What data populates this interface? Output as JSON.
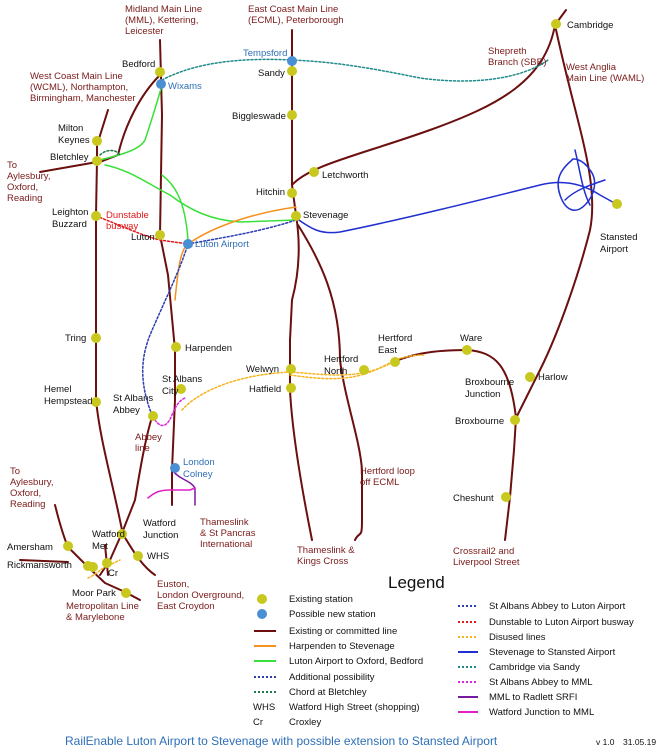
{
  "colors": {
    "existing": "#6b0f0f",
    "station": "#c8c81e",
    "new_station": "#4a8ed4",
    "harpenden": "#f5921e",
    "luton_oxford": "#39e039",
    "additional": "#2b3db0",
    "chord": "#1f7a4a",
    "dunstable": "#e0191c",
    "disused": "#f5b41e",
    "stevenage_stansted": "#1f2fd0",
    "cambridge_sandy": "#1f8a8a",
    "abbey_mml": "#e020e0",
    "radlett": "#7a1aa0",
    "watford_mml": "#e020c8",
    "label_maroon": "#7a1a1a",
    "label_blue": "#2e6fb7"
  },
  "stations": [
    {
      "name": "Cambridge",
      "kind": "existing"
    },
    {
      "name": "Sandy",
      "kind": "existing"
    },
    {
      "name": "Tempsford",
      "kind": "new"
    },
    {
      "name": "Bedford",
      "kind": "existing"
    },
    {
      "name": "Wixams",
      "kind": "new"
    },
    {
      "name": "Biggleswade",
      "kind": "existing"
    },
    {
      "name": "Milton Keynes",
      "kind": "existing"
    },
    {
      "name": "Bletchley",
      "kind": "existing"
    },
    {
      "name": "Letchworth",
      "kind": "existing"
    },
    {
      "name": "Hitchin",
      "kind": "existing"
    },
    {
      "name": "Stevenage",
      "kind": "existing"
    },
    {
      "name": "Leighton Buzzard",
      "kind": "existing"
    },
    {
      "name": "Luton",
      "kind": "existing"
    },
    {
      "name": "Luton Airport",
      "kind": "new"
    },
    {
      "name": "Stansted Airport",
      "kind": "existing"
    },
    {
      "name": "Harpenden",
      "kind": "existing"
    },
    {
      "name": "Tring",
      "kind": "existing"
    },
    {
      "name": "Hemel Hempstead",
      "kind": "existing"
    },
    {
      "name": "St Albans City",
      "kind": "existing"
    },
    {
      "name": "St Albans Abbey",
      "kind": "existing"
    },
    {
      "name": "Welwyn",
      "kind": "existing"
    },
    {
      "name": "Hatfield",
      "kind": "existing"
    },
    {
      "name": "Hertford North",
      "kind": "existing"
    },
    {
      "name": "Hertford East",
      "kind": "existing"
    },
    {
      "name": "Ware",
      "kind": "existing"
    },
    {
      "name": "Harlow",
      "kind": "existing"
    },
    {
      "name": "Broxbourne",
      "kind": "existing"
    },
    {
      "name": "Cheshunt",
      "kind": "existing"
    },
    {
      "name": "London Colney",
      "kind": "new"
    },
    {
      "name": "Watford Junction",
      "kind": "existing"
    },
    {
      "name": "Watford Met",
      "kind": "existing"
    },
    {
      "name": "WHS",
      "kind": "existing"
    },
    {
      "name": "Cr",
      "kind": "existing"
    },
    {
      "name": "Amersham",
      "kind": "existing"
    },
    {
      "name": "Rickmansworth",
      "kind": "existing"
    },
    {
      "name": "Moor Park",
      "kind": "existing"
    }
  ],
  "labels": {
    "cambridge": "Cambridge",
    "sandy": "Sandy",
    "tempsford": "Tempsford",
    "bedford": "Bedford",
    "wixams": "Wixams",
    "biggleswade": "Biggleswade",
    "milton_keynes_1": "Milton",
    "milton_keynes_2": "Keynes",
    "bletchley": "Bletchley",
    "letchworth": "Letchworth",
    "hitchin": "Hitchin",
    "stevenage": "Stevenage",
    "leighton_1": "Leighton",
    "leighton_2": "Buzzard",
    "luton": "Luton",
    "luton_airport": "Luton Airport",
    "stansted_1": "Stansted",
    "stansted_2": "Airport",
    "harpenden": "Harpenden",
    "tring": "Tring",
    "hemel_1": "Hemel",
    "hemel_2": "Hempstead",
    "st_albans_city_1": "St Albans",
    "st_albans_city_2": "City",
    "st_albans_abbey_1": "St Albans",
    "st_albans_abbey_2": "Abbey",
    "welwyn": "Welwyn",
    "hatfield": "Hatfield",
    "hertford_north_1": "Hertford",
    "hertford_north_2": "North",
    "hertford_east_1": "Hertford",
    "hertford_east_2": "East",
    "ware": "Ware",
    "harlow": "Harlow",
    "broxbourne_jn_1": "Broxbourne",
    "broxbourne_jn_2": "Junction",
    "broxbourne": "Broxbourne",
    "cheshunt": "Cheshunt",
    "london_colney_1": "London",
    "london_colney_2": "Colney",
    "watford_jn_1": "Watford",
    "watford_jn_2": "Junction",
    "watford_met_1": "Watford",
    "watford_met_2": "Met",
    "whs": "WHS",
    "cr": "Cr",
    "amersham": "Amersham",
    "rickmansworth": "Rickmansworth",
    "moor_park": "Moor Park"
  },
  "annotations": {
    "mml": [
      "Midland Main Line",
      "(MML), Kettering,",
      "Leicester"
    ],
    "ecml": [
      "East Coast Main Line",
      "(ECML), Peterborough"
    ],
    "wcml": [
      "West Coast Main Line",
      "(WCML), Northampton,",
      "Birmingham, Manchester"
    ],
    "shepreth": [
      "Shepreth",
      "Branch (SBR)"
    ],
    "waml": [
      "West Anglia",
      "Main Line (WAML)"
    ],
    "to_aylesbury_top": [
      "To",
      "Aylesbury,",
      "Oxford,",
      "Reading"
    ],
    "dunstable": [
      "Dunstable",
      "busway"
    ],
    "abbey_line": [
      "Abbey",
      "line"
    ],
    "hertford_loop": [
      "Hertford loop",
      "off ECML"
    ],
    "to_aylesbury_bottom": [
      "To",
      "Aylesbury,",
      "Oxford,",
      "Reading"
    ],
    "thameslink_stp": [
      "Thameslink",
      "& St Pancras",
      "International"
    ],
    "thameslink_kx": [
      "Thameslink &",
      "Kings Cross"
    ],
    "crossrail2": [
      "Crossrail2 and",
      "Liverpool Street"
    ],
    "euston": [
      "Euston,",
      "London Overground,",
      "East Croydon"
    ],
    "metropolitan": [
      "Metropolitan Line",
      "& Marylebone"
    ]
  },
  "legend": {
    "title": "Legend",
    "left": [
      {
        "key": "existing_station",
        "label": "Existing station"
      },
      {
        "key": "possible_station",
        "label": "Possible new station"
      },
      {
        "key": "existing_line",
        "label": "Existing or committed line"
      },
      {
        "key": "harpenden_stevenage",
        "label": "Harpenden to Stevenage"
      },
      {
        "key": "luton_oxford",
        "label": "Luton Airport to Oxford, Bedford"
      },
      {
        "key": "additional",
        "label": "Additional possibility"
      },
      {
        "key": "chord",
        "label": "Chord at Bletchley"
      },
      {
        "key": "whs",
        "symbol": "WHS",
        "label": "Watford High Street (shopping)"
      },
      {
        "key": "cr",
        "symbol": "Cr",
        "label": "Croxley"
      }
    ],
    "right": [
      {
        "key": "abbey_luton",
        "label": "St Albans Abbey to Luton Airport"
      },
      {
        "key": "dunstable_busway",
        "label": "Dunstable to Luton Airport busway"
      },
      {
        "key": "disused",
        "label": "Disused lines"
      },
      {
        "key": "stevenage_stansted",
        "label": "Stevenage to Stansted Airport"
      },
      {
        "key": "cambridge_sandy",
        "label": "Cambridge via Sandy"
      },
      {
        "key": "abbey_mml",
        "label": "St Albans Abbey to MML"
      },
      {
        "key": "radlett",
        "label": "MML to Radlett SRFI"
      },
      {
        "key": "watford_mml",
        "label": "Watford Junction to MML"
      }
    ]
  },
  "footer": {
    "title": "RailEnable  Luton Airport to Stevenage with possible extension to Stansted Airport",
    "version": "v 1.0",
    "date": "31.05.19"
  }
}
